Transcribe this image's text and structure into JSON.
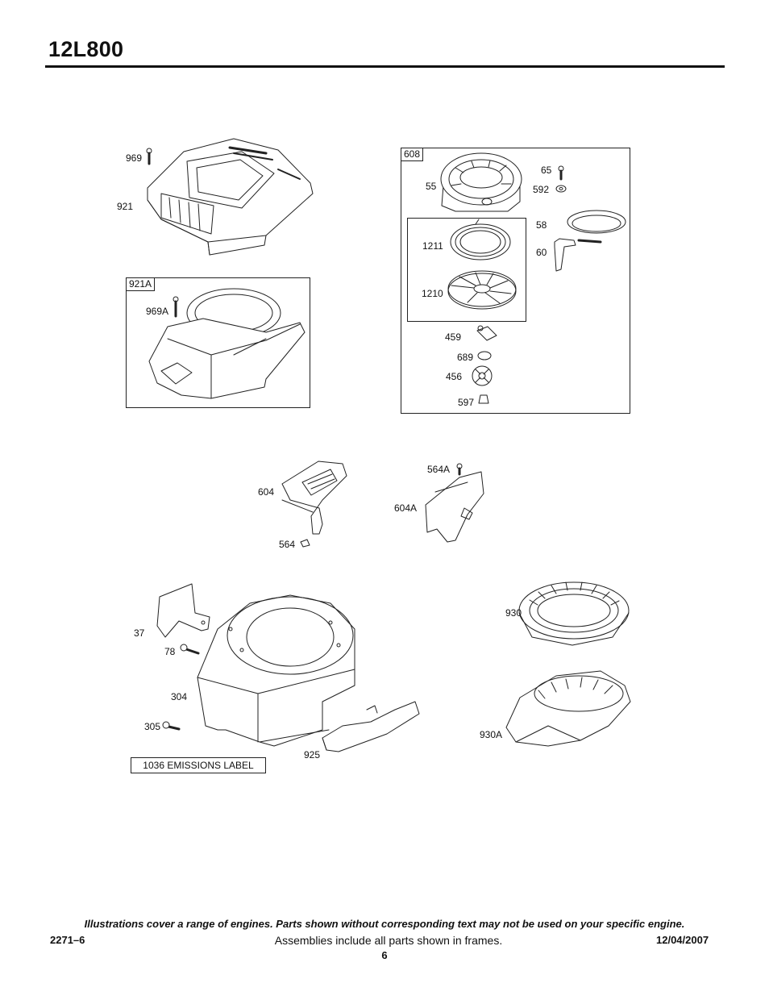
{
  "header": {
    "model": "12L800"
  },
  "frames": {
    "f921A": "921A",
    "f608": "608"
  },
  "labels": {
    "p969": "969",
    "p921": "921",
    "p969A": "969A",
    "p55": "55",
    "p65": "65",
    "p592": "592",
    "p58": "58",
    "p60": "60",
    "p1211": "1211",
    "p1210": "1210",
    "p459": "459",
    "p689": "689",
    "p456": "456",
    "p597": "597",
    "p604": "604",
    "p564": "564",
    "p564A": "564A",
    "p604A": "604A",
    "p37": "37",
    "p78": "78",
    "p304": "304",
    "p305": "305",
    "p925": "925",
    "p930": "930",
    "p930A": "930A"
  },
  "emissions_label": "1036 EMISSIONS LABEL",
  "footer": {
    "disclaimer": "Illustrations cover a range of engines. Parts shown without corresponding text may not be used on your specific engine.",
    "code": "2271–6",
    "note": "Assemblies include all parts shown in frames.",
    "date": "12/04/2007",
    "page": "6"
  }
}
